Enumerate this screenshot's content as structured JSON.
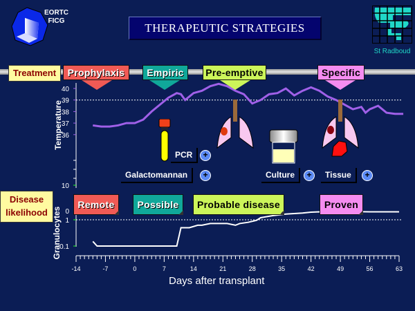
{
  "logos": {
    "left": {
      "text_line1": "EORTC",
      "text_line2": "FICG",
      "icon": "cube-logo-icon"
    },
    "right": {
      "text": "St Radboud",
      "icon": "radboud-grid-logo-icon"
    }
  },
  "title": "THERAPEUTIC STRATEGIES",
  "rows": {
    "treatment_label": "Treatment",
    "disease_label_line1": "Disease",
    "disease_label_line2": "likelihood"
  },
  "treatment_tags": [
    {
      "label": "Prophylaxis",
      "color": "#f05a55"
    },
    {
      "label": "Empiric",
      "color": "#10a89a"
    },
    {
      "label": "Pre-emptive",
      "color": "#ccf55a"
    },
    {
      "label": "Specific",
      "color": "#f58cf0"
    }
  ],
  "disease_tags": [
    {
      "label": "Remote",
      "color": "#f05a55"
    },
    {
      "label": "Possible",
      "color": "#10a89a"
    },
    {
      "label": "Probable disease",
      "color": "#ccf55a"
    },
    {
      "label": "Proven",
      "color": "#f58cf0"
    }
  ],
  "tests": {
    "pcr": "PCR",
    "galactomannan": "Galactomannan",
    "culture": "Culture",
    "tissue": "Tissue",
    "plus": "+"
  },
  "chart_data": [
    {
      "type": "line",
      "title": "",
      "ylabel": "Temperature",
      "xlabel": "Days after transplant",
      "y_ticks": [
        "40",
        "39",
        "38",
        "37",
        "36",
        "10"
      ],
      "threshold": 39,
      "color": "#a060e8",
      "x": [
        -10,
        -8,
        -6,
        -4,
        -2,
        0,
        2,
        4,
        6,
        8,
        10,
        11,
        12,
        14,
        16,
        18,
        20,
        22,
        24,
        26,
        28,
        30,
        32,
        34,
        36,
        38,
        40,
        42,
        44,
        46,
        48,
        50,
        52,
        54,
        55,
        56,
        58,
        60,
        62,
        64
      ],
      "values": [
        36.8,
        36.7,
        36.7,
        36.8,
        37,
        37,
        37.3,
        38,
        38.6,
        39.2,
        39.6,
        39.5,
        39,
        39.6,
        39.8,
        40.2,
        40.4,
        40.2,
        39.8,
        39.5,
        38.7,
        39,
        39.5,
        39.6,
        40,
        39.4,
        39.8,
        40.1,
        39.8,
        39.3,
        39,
        38.6,
        38.2,
        38.4,
        37.9,
        38.2,
        38.5,
        37.9,
        37.8,
        37.8
      ]
    },
    {
      "type": "line",
      "ylabel": "Granulocytes",
      "xlabel": "Days after transplant",
      "y_ticks": [
        "0",
        "1",
        "0.1"
      ],
      "threshold_label": "1",
      "color": "#ffffff",
      "x": [
        -10,
        -9,
        -7,
        0,
        7,
        10,
        11,
        13,
        15,
        16,
        18,
        19,
        22,
        24,
        25,
        27,
        29,
        30,
        33,
        36,
        40,
        42,
        44,
        46,
        48,
        50,
        52,
        56,
        60,
        63
      ],
      "values": [
        0.15,
        0.1,
        0.1,
        0.1,
        0.1,
        0.1,
        0.5,
        0.5,
        0.62,
        0.62,
        0.72,
        0.72,
        0.72,
        0.62,
        0.72,
        0.8,
        0.95,
        1.2,
        1.45,
        1.65,
        1.8,
        1.95,
        2.0,
        1.75,
        1.85,
        2.1,
        2.05,
        2.0,
        2.0,
        2.0
      ],
      "x_ticks": [
        "-14",
        "-7",
        "0",
        "7",
        "14",
        "21",
        "28",
        "35",
        "42",
        "49",
        "56",
        "63"
      ],
      "xlim": [
        -14,
        63
      ]
    }
  ]
}
